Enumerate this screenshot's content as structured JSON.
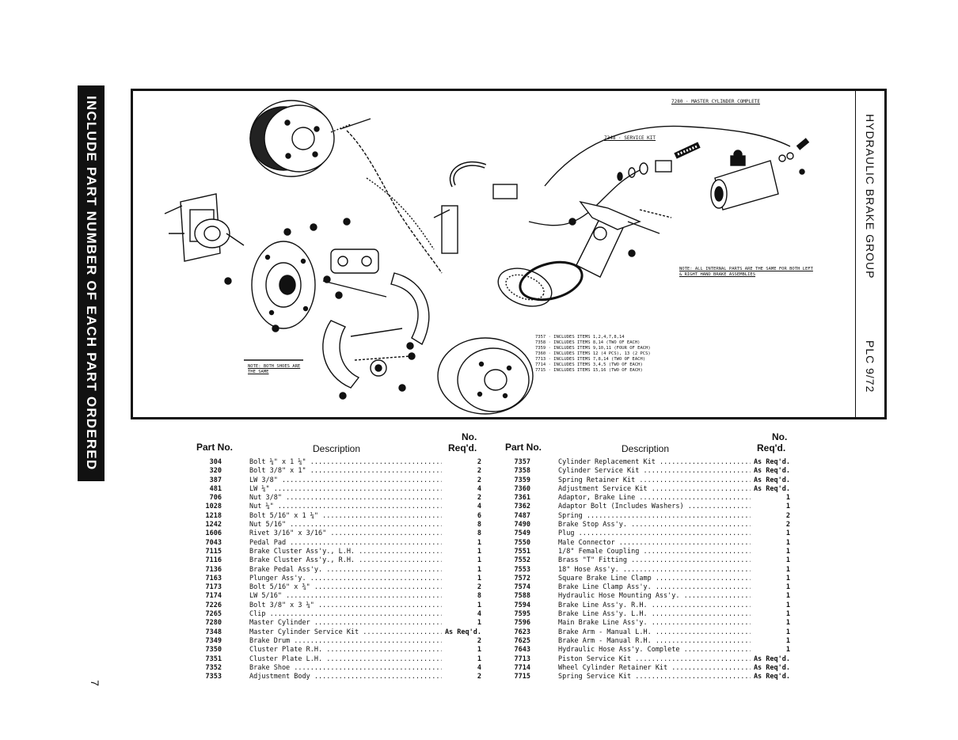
{
  "side_banner": "INCLUDE PART NUMBER OF EACH PART ORDERED",
  "page_number": "7",
  "title_strip": {
    "title": "HYDRAULIC BRAKE GROUP",
    "code": "PLC 9/72"
  },
  "callouts": {
    "master_cyl_complete": "7280 · MASTER CYLINDER COMPLETE",
    "service_kit": "7348 · SERVICE KIT",
    "notes_internal": "NOTE: ALL INTERNAL PARTS ARE THE SAME FOR BOTH LEFT & RIGHT HAND BRAKE ASSEMBLIES",
    "notes_shoes": "NOTE: BOTH SHOES ARE THE SAME",
    "kits": [
      "7357 · INCLUDES ITEMS 1,2,4,7,8,14",
      "7358 · INCLUDES ITEMS 8,14 (TWO OF EACH)",
      "7359 · INCLUDES ITEMS 9,10,11 (FOUR OF EACH)",
      "7360 · INCLUDES ITEMS 12 (4 PCS), 13 (2 PCS)",
      "7713 · INCLUDES ITEMS 7,8,14 (TWO OF EACH)",
      "7714 · INCLUDES ITEMS 3,4,5 (TWO OF EACH)",
      "7715 · INCLUDES ITEMS 15,16 (TWO OF EACH)"
    ]
  },
  "table_headers": {
    "part_no": "Part No.",
    "description": "Description",
    "no": "No.",
    "reqd": "Req'd."
  },
  "parts_left": [
    {
      "pn": "304",
      "desc": "Bolt ¼\" x 1 ¼\"",
      "qty": "2"
    },
    {
      "pn": "320",
      "desc": "Bolt 3/8\" x 1\"",
      "qty": "2"
    },
    {
      "pn": "387",
      "desc": "LW 3/8\"",
      "qty": "2"
    },
    {
      "pn": "481",
      "desc": "LW ¼\"",
      "qty": "4"
    },
    {
      "pn": "706",
      "desc": "Nut 3/8\"",
      "qty": "2"
    },
    {
      "pn": "1028",
      "desc": "Nut ¼\"",
      "qty": "4"
    },
    {
      "pn": "1218",
      "desc": "Bolt 5/16\" x 1 ¼\"",
      "qty": "6"
    },
    {
      "pn": "1242",
      "desc": "Nut 5/16\"",
      "qty": "8"
    },
    {
      "pn": "1606",
      "desc": "Rivet 3/16\" x 3/16\"",
      "qty": "8"
    },
    {
      "pn": "7043",
      "desc": "Pedal Pad",
      "qty": "1"
    },
    {
      "pn": "7115",
      "desc": "Brake Cluster Ass'y., L.H.",
      "qty": "1"
    },
    {
      "pn": "7116",
      "desc": "Brake Cluster Ass'y., R.H.",
      "qty": "1"
    },
    {
      "pn": "7136",
      "desc": "Brake Pedal Ass'y.",
      "qty": "1"
    },
    {
      "pn": "7163",
      "desc": "Plunger Ass'y.",
      "qty": "1"
    },
    {
      "pn": "7173",
      "desc": "Bolt 5/16\" x ¾\"",
      "qty": "2"
    },
    {
      "pn": "7174",
      "desc": "LW 5/16\"",
      "qty": "8"
    },
    {
      "pn": "7226",
      "desc": "Bolt 3/8\" x 3 ¼\"",
      "qty": "1"
    },
    {
      "pn": "7265",
      "desc": "Clip",
      "qty": "4"
    },
    {
      "pn": "7280",
      "desc": "Master Cylinder",
      "qty": "1"
    },
    {
      "pn": "7348",
      "desc": "Master Cylinder Service Kit",
      "qty": "As Req'd."
    },
    {
      "pn": "7349",
      "desc": "Brake Drum",
      "qty": "2"
    },
    {
      "pn": "7350",
      "desc": "Cluster Plate R.H.",
      "qty": "1"
    },
    {
      "pn": "7351",
      "desc": "Cluster Plate L.H.",
      "qty": "1"
    },
    {
      "pn": "7352",
      "desc": "Brake Shoe",
      "qty": "4"
    },
    {
      "pn": "7353",
      "desc": "Adjustment Body",
      "qty": "2"
    }
  ],
  "parts_right": [
    {
      "pn": "7357",
      "desc": "Cylinder Replacement Kit",
      "qty": "As Req'd."
    },
    {
      "pn": "7358",
      "desc": "Cylinder Service Kit",
      "qty": "As Req'd."
    },
    {
      "pn": "7359",
      "desc": "Spring Retainer Kit",
      "qty": "As Req'd."
    },
    {
      "pn": "7360",
      "desc": "Adjustment Service Kit",
      "qty": "As Req'd."
    },
    {
      "pn": "7361",
      "desc": "Adaptor, Brake Line",
      "qty": "1"
    },
    {
      "pn": "7362",
      "desc": "Adaptor Bolt (Includes Washers)",
      "qty": "1"
    },
    {
      "pn": "7487",
      "desc": "Spring",
      "qty": "2"
    },
    {
      "pn": "7490",
      "desc": "Brake Stop Ass'y.",
      "qty": "2"
    },
    {
      "pn": "7549",
      "desc": "Plug",
      "qty": "1"
    },
    {
      "pn": "7550",
      "desc": "Male Connector",
      "qty": "1"
    },
    {
      "pn": "7551",
      "desc": "1/8\" Female Coupling",
      "qty": "1"
    },
    {
      "pn": "7552",
      "desc": "Brass \"T\" Fitting",
      "qty": "1"
    },
    {
      "pn": "7553",
      "desc": "18\" Hose Ass'y.",
      "qty": "1"
    },
    {
      "pn": "7572",
      "desc": "Square Brake Line Clamp",
      "qty": "1"
    },
    {
      "pn": "7574",
      "desc": "Brake Line Clamp Ass'y.",
      "qty": "1"
    },
    {
      "pn": "7588",
      "desc": "Hydraulic Hose Mounting Ass'y.",
      "qty": "1"
    },
    {
      "pn": "7594",
      "desc": "Brake Line Ass'y. R.H.",
      "qty": "1"
    },
    {
      "pn": "7595",
      "desc": "Brake Line Ass'y. L.H.",
      "qty": "1"
    },
    {
      "pn": "7596",
      "desc": "Main Brake Line Ass'y.",
      "qty": "1"
    },
    {
      "pn": "7623",
      "desc": "Brake Arm - Manual L.H.",
      "qty": "1"
    },
    {
      "pn": "7625",
      "desc": "Brake Arm - Manual R.H.",
      "qty": "1"
    },
    {
      "pn": "7643",
      "desc": "Hydraulic Hose Ass'y. Complete",
      "qty": "1"
    },
    {
      "pn": "7713",
      "desc": "Piston Service Kit",
      "qty": "As Req'd."
    },
    {
      "pn": "7714",
      "desc": "Wheel Cylinder Retainer Kit",
      "qty": "As Req'd."
    },
    {
      "pn": "7715",
      "desc": "Spring Service Kit",
      "qty": "As Req'd."
    }
  ]
}
